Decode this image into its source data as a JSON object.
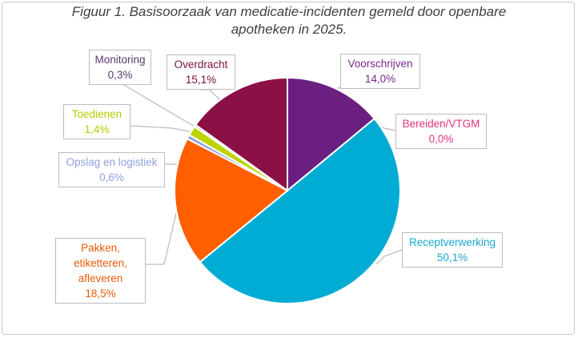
{
  "chart_data": {
    "type": "pie",
    "title_line1": "Figuur 1. Basisoorzaak van medicatie-incidenten gemeld door openbare",
    "title_line2": "apotheken in 2025.",
    "start": "top",
    "direction": "clockwise",
    "slices": [
      {
        "label": "Voorschrijven",
        "value": 14.0,
        "value_text": "14,0%",
        "color": "#6b1f80"
      },
      {
        "label": "Bereiden/VTGM",
        "value": 0.0,
        "value_text": "0,0%",
        "color": "#e6317e"
      },
      {
        "label": "Receptverwerking",
        "value": 50.1,
        "value_text": "50,1%",
        "color": "#00acd4"
      },
      {
        "label": "Pakken, etiketteren, afleveren",
        "label_lines": [
          "Pakken, etiketteren,",
          "afleveren"
        ],
        "value": 18.5,
        "value_text": "18,5%",
        "color": "#ff5f00"
      },
      {
        "label": "Opslag en logistiek",
        "value": 0.6,
        "value_text": "0,6%",
        "color": "#8fa0e0"
      },
      {
        "label": "Toedienen",
        "value": 1.4,
        "value_text": "1,4%",
        "color": "#bcd400"
      },
      {
        "label": "Monitoring",
        "value": 0.3,
        "value_text": "0,3%",
        "color": "#a9a9a9"
      },
      {
        "label": "Overdracht",
        "value": 15.1,
        "value_text": "15,1%",
        "color": "#8a1046"
      }
    ]
  }
}
